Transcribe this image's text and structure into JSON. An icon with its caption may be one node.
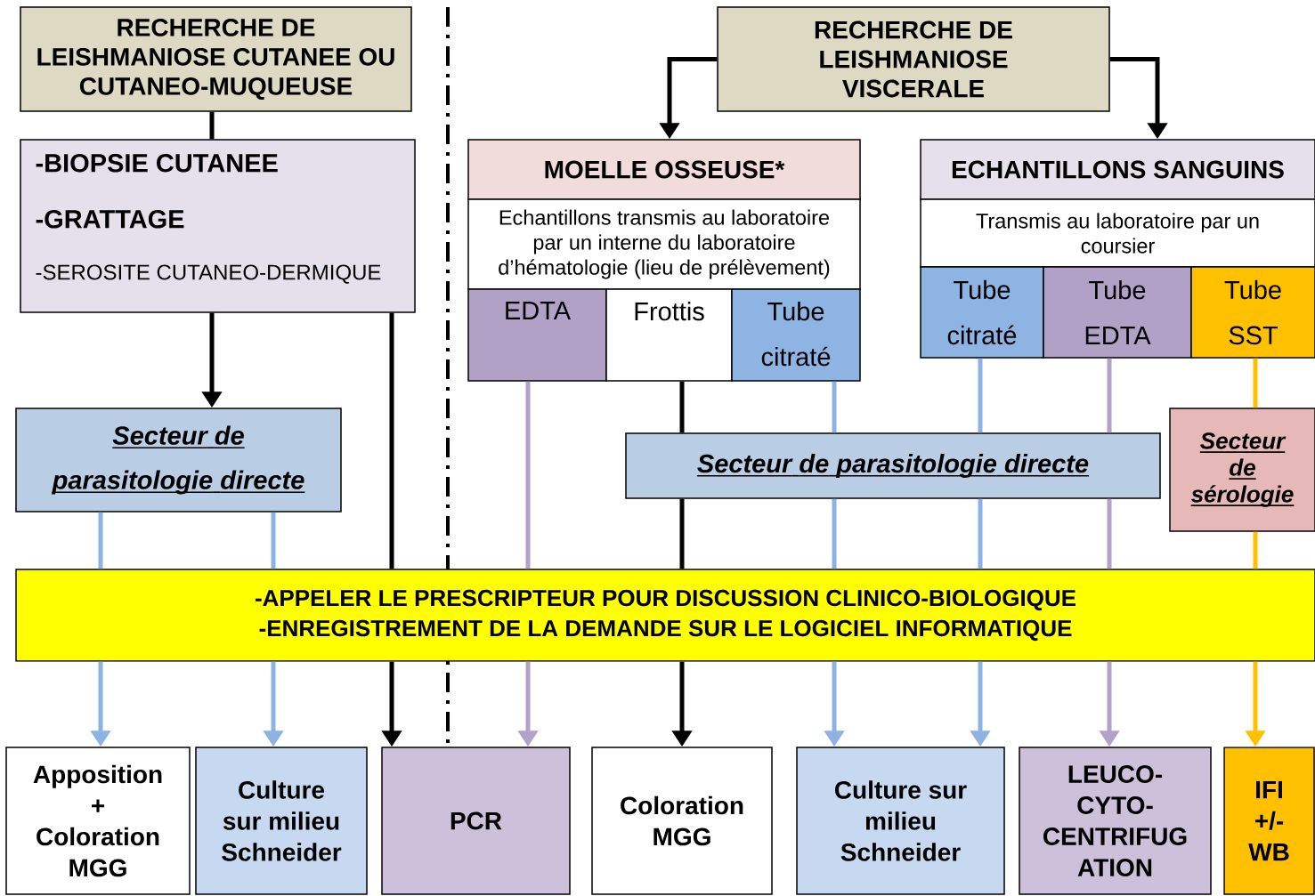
{
  "diagram": {
    "nodes": [
      {
        "text": [
          "RECHERCHE DE LEISHMANIOSE CUTANEE OU CUTANEO-MUQUEUSE"
        ]
      },
      {
        "text": [
          "-BIOPSIE CUTANEE",
          "-GRATTAGE",
          "-SEROSITE CUTANEO-DERMIQUE"
        ]
      },
      {
        "text": [
          "RECHERCHE DE LEISHMANIOSE VISCERALE"
        ]
      },
      {
        "text": [
          "MOELLE OSSEUSE*"
        ]
      },
      {
        "text": [
          "Echantillons transmis au laboratoire par un interne du laboratoire d’hématologie (lieu de prélèvement)"
        ]
      },
      {
        "text": [
          "EDTA"
        ]
      },
      {
        "text": [
          "Frottis"
        ]
      },
      {
        "text": [
          "Tube citraté"
        ]
      },
      {
        "text": [
          "ECHANTILLONS SANGUINS"
        ]
      },
      {
        "text": [
          "Transmis au laboratoire par un coursier"
        ]
      },
      {
        "text": [
          "Tube citraté"
        ]
      },
      {
        "text": [
          "Tube EDTA"
        ]
      },
      {
        "text": [
          "Tube SST"
        ]
      },
      {
        "text": [
          "Secteur de parasitologie directe"
        ]
      },
      {
        "text": [
          "Secteur de parasitologie directe"
        ]
      },
      {
        "text": [
          "Secteur de sérologie"
        ]
      },
      {
        "text": [
          "-APPELER LE PRESCRIPTEUR POUR DISCUSSION CLINICO-BIOLOGIQUE",
          "-ENREGISTREMENT DE LA DEMANDE SUR LE LOGICIEL INFORMATIQUE"
        ]
      },
      {
        "text": [
          "Apposition + Coloration MGG"
        ]
      },
      {
        "text": [
          "Culture sur milieu Schneider"
        ]
      },
      {
        "text": [
          "PCR"
        ]
      },
      {
        "text": [
          "Coloration MGG"
        ]
      },
      {
        "text": [
          "Culture sur milieu Schneider"
        ]
      },
      {
        "text": [
          "LEUCO- CYTO- CENTRIFUG ATION"
        ]
      },
      {
        "text": [
          "IFI +/- WB"
        ]
      }
    ],
    "edges": [
      {
        "from": 0,
        "to": 1,
        "arrow": "none",
        "color": "#000000"
      },
      {
        "from": 1,
        "to": 13,
        "arrow": "to",
        "color": "#000000"
      },
      {
        "from": 1,
        "to": 16,
        "arrow": "none",
        "color": "#000000"
      },
      {
        "from": 16,
        "to": 19,
        "arrow": "to",
        "color": "#000000"
      },
      {
        "from": 2,
        "to": 3,
        "arrow": "to",
        "color": "#000000"
      },
      {
        "from": 2,
        "to": 8,
        "arrow": "to",
        "color": "#000000"
      },
      {
        "from": 13,
        "to": 16,
        "arrow": "none",
        "color": "#8db3e2"
      },
      {
        "from": 16,
        "to": 17,
        "arrow": "to",
        "color": "#8db3e2"
      },
      {
        "from": 13,
        "to": 16,
        "arrow": "none",
        "color": "#8db3e2"
      },
      {
        "from": 16,
        "to": 18,
        "arrow": "to",
        "color": "#8db3e2"
      },
      {
        "from": 5,
        "to": 16,
        "arrow": "none",
        "color": "#b3a2c7"
      },
      {
        "from": 16,
        "to": 19,
        "arrow": "to",
        "color": "#b3a2c7"
      },
      {
        "from": 6,
        "to": 14,
        "arrow": "none",
        "color": "#000000"
      },
      {
        "from": 14,
        "to": 16,
        "arrow": "none",
        "color": "#000000"
      },
      {
        "from": 16,
        "to": 20,
        "arrow": "to",
        "color": "#000000"
      },
      {
        "from": 7,
        "to": 14,
        "arrow": "none",
        "color": "#8db3e2"
      },
      {
        "from": 14,
        "to": 16,
        "arrow": "none",
        "color": "#8db3e2"
      },
      {
        "from": 16,
        "to": 21,
        "arrow": "to",
        "color": "#8db3e2"
      },
      {
        "from": 10,
        "to": 14,
        "arrow": "none",
        "color": "#8db3e2"
      },
      {
        "from": 14,
        "to": 16,
        "arrow": "none",
        "color": "#8db3e2"
      },
      {
        "from": 16,
        "to": 21,
        "arrow": "to",
        "color": "#8db3e2"
      },
      {
        "from": 11,
        "to": 14,
        "arrow": "none",
        "color": "#b3a2c7"
      },
      {
        "from": 14,
        "to": 16,
        "arrow": "none",
        "color": "#b3a2c7"
      },
      {
        "from": 16,
        "to": 22,
        "arrow": "to",
        "color": "#b3a2c7"
      },
      {
        "from": 12,
        "to": 15,
        "arrow": "none",
        "color": "#ffc000"
      },
      {
        "from": 15,
        "to": 16,
        "arrow": "none",
        "color": "#ffc000"
      },
      {
        "from": 16,
        "to": 23,
        "arrow": "to",
        "color": "#ffc000"
      }
    ]
  }
}
